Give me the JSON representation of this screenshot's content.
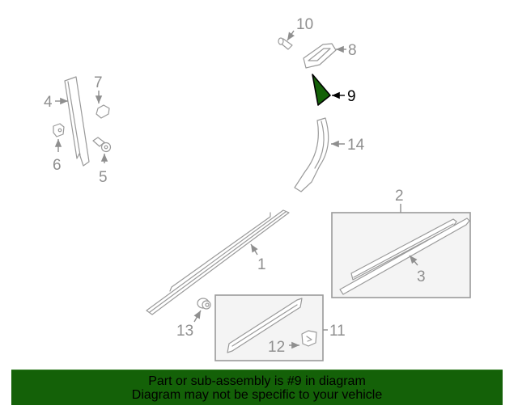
{
  "diagram": {
    "highlight_color": "#146108",
    "highlighted_part": "9",
    "callouts": [
      {
        "id": "1",
        "label": "1"
      },
      {
        "id": "2",
        "label": "2"
      },
      {
        "id": "3",
        "label": "3"
      },
      {
        "id": "4",
        "label": "4"
      },
      {
        "id": "5",
        "label": "5"
      },
      {
        "id": "6",
        "label": "6"
      },
      {
        "id": "7",
        "label": "7"
      },
      {
        "id": "8",
        "label": "8"
      },
      {
        "id": "9",
        "label": "9"
      },
      {
        "id": "10",
        "label": "10"
      },
      {
        "id": "11",
        "label": "11"
      },
      {
        "id": "12",
        "label": "12"
      },
      {
        "id": "13",
        "label": "13"
      },
      {
        "id": "14",
        "label": "14"
      }
    ]
  },
  "footer": {
    "line1": "Part or sub-assembly is #9 in diagram",
    "line2": "Diagram may not be specific to your vehicle",
    "background": "#146108"
  }
}
